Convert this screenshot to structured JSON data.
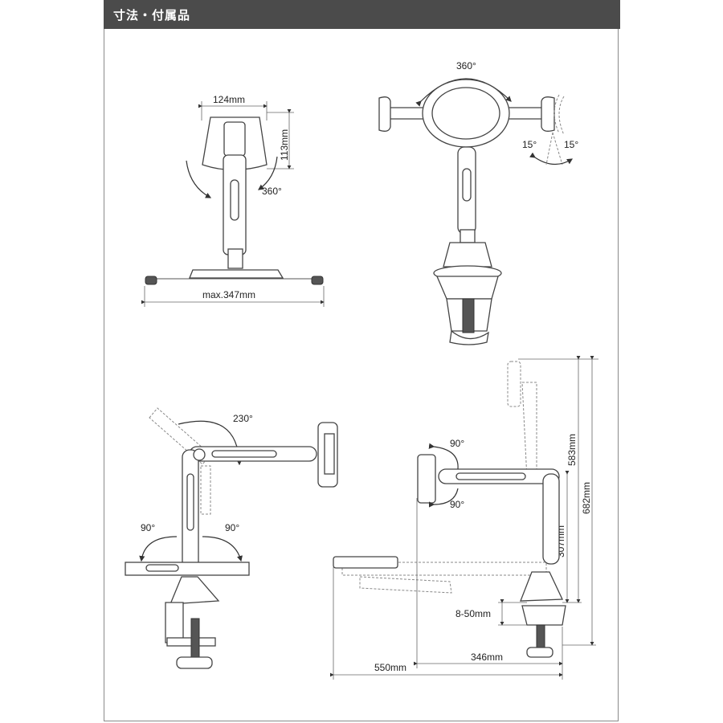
{
  "header": {
    "title": "寸法・付属品"
  },
  "views": {
    "front_tablet": {
      "width": "124mm",
      "height": "113mm",
      "rotation": "360°",
      "base": "max.347mm"
    },
    "top_holder": {
      "rotation": "360°",
      "tilt_left": "15°",
      "tilt_right": "15°"
    },
    "side_arm": {
      "swing": "230°",
      "left": "90°",
      "right": "90°"
    },
    "dimensions": {
      "tilt_up": "90°",
      "tilt_down": "90°",
      "height_583": "583mm",
      "height_682": "682mm",
      "height_307": "307mm",
      "clamp": "8-50mm",
      "reach_346": "346mm",
      "reach_550": "550mm"
    }
  },
  "colors": {
    "header_bg": "#4b4b4b",
    "header_text": "#ffffff",
    "line": "#444444"
  }
}
